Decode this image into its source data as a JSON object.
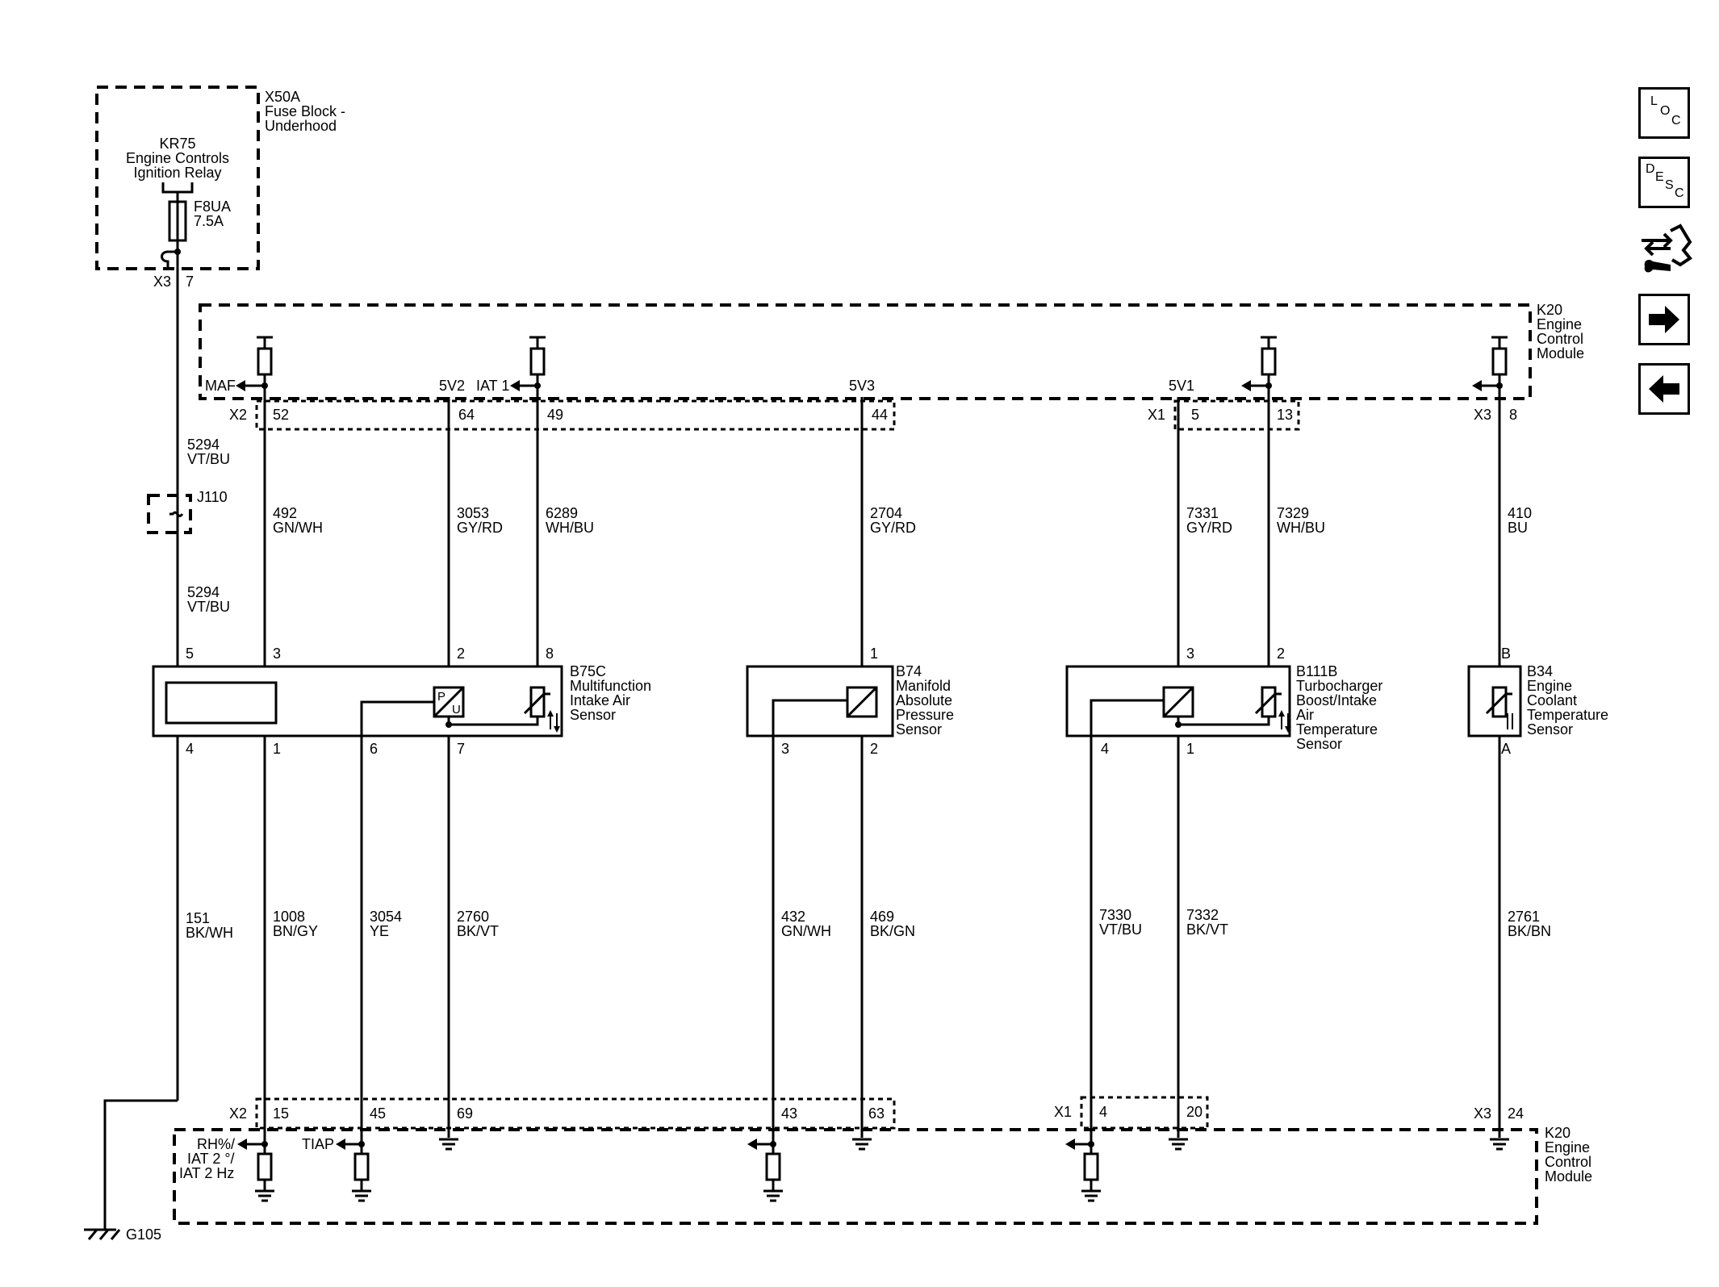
{
  "fuse_block": {
    "id": "X50A",
    "name_line1": "Fuse Block -",
    "name_line2": "Underhood"
  },
  "relay": {
    "id": "KR75",
    "line1": "Engine Controls",
    "line2": "Ignition Relay"
  },
  "fuse": {
    "id": "F8UA",
    "rating": "7.5A"
  },
  "ecm": {
    "id": "K20",
    "line1": "Engine",
    "line2": "Control",
    "line3": "Module"
  },
  "connectors": {
    "x3": "X3",
    "x2": "X2",
    "x1": "X1",
    "x3_top_pin": "7",
    "x2_52": "52",
    "x2_64": "64",
    "x2_49": "49",
    "x2_44": "44",
    "x1_5": "5",
    "x1_13": "13",
    "x3_8": "8",
    "x2_15": "15",
    "x2_45": "45",
    "x2_69": "69",
    "x2_43": "43",
    "x2_63": "63",
    "x1_4": "4",
    "x1_20": "20",
    "x3_24": "24"
  },
  "signals": {
    "maf": "MAF",
    "v5_2": "5V2",
    "iat1": "IAT 1",
    "v5_3": "5V3",
    "v5_1": "5V1",
    "rh_line1": "RH%/",
    "rh_line2": "IAT 2 °/",
    "rh_line3": "IAT 2 Hz",
    "tiap": "TIAP"
  },
  "splice": {
    "id": "J110"
  },
  "ground": {
    "id": "G105"
  },
  "wires": {
    "w5294a_num": "5294",
    "w5294a_col": "VT/BU",
    "w5294b_num": "5294",
    "w5294b_col": "VT/BU",
    "w492_num": "492",
    "w492_col": "GN/WH",
    "w3053_num": "3053",
    "w3053_col": "GY/RD",
    "w6289_num": "6289",
    "w6289_col": "WH/BU",
    "w2704_num": "2704",
    "w2704_col": "GY/RD",
    "w7331_num": "7331",
    "w7331_col": "GY/RD",
    "w7329_num": "7329",
    "w7329_col": "WH/BU",
    "w410_num": "410",
    "w410_col": "BU",
    "w151_num": "151",
    "w151_col": "BK/WH",
    "w1008_num": "1008",
    "w1008_col": "BN/GY",
    "w3054_num": "3054",
    "w3054_col": "YE",
    "w2760_num": "2760",
    "w2760_col": "BK/VT",
    "w432_num": "432",
    "w432_col": "GN/WH",
    "w469_num": "469",
    "w469_col": "BK/GN",
    "w7330_num": "7330",
    "w7330_col": "VT/BU",
    "w7332_num": "7332",
    "w7332_col": "BK/VT",
    "w2761_num": "2761",
    "w2761_col": "BK/BN"
  },
  "sensors": {
    "b75c": {
      "id": "B75C",
      "line1": "Multifunction",
      "line2": "Intake Air",
      "line3": "Sensor",
      "p5": "5",
      "p3": "3",
      "p2": "2",
      "p8": "8",
      "p4": "4",
      "p1": "1",
      "p6": "6",
      "p7": "7"
    },
    "b74": {
      "id": "B74",
      "line1": "Manifold",
      "line2": "Absolute",
      "line3": "Pressure",
      "line4": "Sensor",
      "p1": "1",
      "p3": "3",
      "p2": "2"
    },
    "b111b": {
      "id": "B111B",
      "line1": "Turbocharger",
      "line2": "Boost/Intake",
      "line3": "Air",
      "line4": "Temperature",
      "line5": "Sensor",
      "p3": "3",
      "p2": "2",
      "p4": "4",
      "p1": "1"
    },
    "b34": {
      "id": "B34",
      "line1": "Engine",
      "line2": "Coolant",
      "line3": "Temperature",
      "line4": "Sensor",
      "pB": "B",
      "pA": "A"
    }
  },
  "pu": {
    "p": "P",
    "u": "U"
  },
  "nav": {
    "loc": {
      "l": "L",
      "o": "O",
      "c": "C"
    },
    "desc": {
      "d": "D",
      "e": "E",
      "s": "S",
      "c": "C"
    },
    "icons": [
      "connector-wrench-icon",
      "arrow-right-icon",
      "arrow-left-icon"
    ]
  }
}
